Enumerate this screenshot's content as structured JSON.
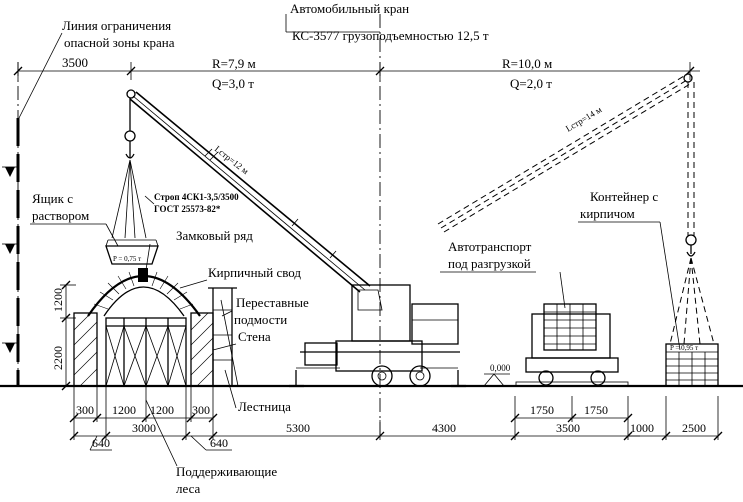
{
  "labels": {
    "danger_zone_line": "Линия ограничения",
    "danger_zone_line2": "опасной зоны крана",
    "crane_title": "Автомобильный кран",
    "crane_model": "КС-3577 грузоподъемностью 12,5 т",
    "radius_left": "R=7,9 м",
    "load_left": "Q=3,0 т",
    "radius_right": "R=10,0 м",
    "load_right": "Q=2,0 т",
    "sling_1": "Строп 4СК1-3,5/3500",
    "sling_2": "ГОСТ 25573-82*",
    "mortar_box_1": "Ящик с",
    "mortar_box_2": "раствором",
    "box_weight": "P = 0,75 т",
    "key_row": "Замковый ряд",
    "brick_vault": "Кирпичный свод",
    "scaffold_1": "Переставные",
    "scaffold_2": "подмости",
    "wall": "Стена",
    "ladder": "Лестница",
    "support_1": "Поддерживающие",
    "support_2": "леса",
    "truck_1": "Автотранспорт",
    "truck_2": "под разгрузкой",
    "container_1": "Контейнер с",
    "container_2": "кирпичом",
    "container_weight": "P = 0,95 т",
    "boom_left": "Lстр=12 м",
    "boom_right": "Lстр=14 м",
    "level": "0,000"
  },
  "dimensions": {
    "top_3500": "3500",
    "h_1200": "1200",
    "h_2200": "2200",
    "d_300a": "300",
    "d_1200a": "1200",
    "d_1200b": "1200",
    "d_300b": "300",
    "d_3000": "3000",
    "d_640a": "640",
    "d_640b": "640",
    "d_5300": "5300",
    "d_4300": "4300",
    "d_1750a": "1750",
    "d_1750b": "1750",
    "d_3500": "3500",
    "d_1000": "1000",
    "d_2500": "2500"
  }
}
